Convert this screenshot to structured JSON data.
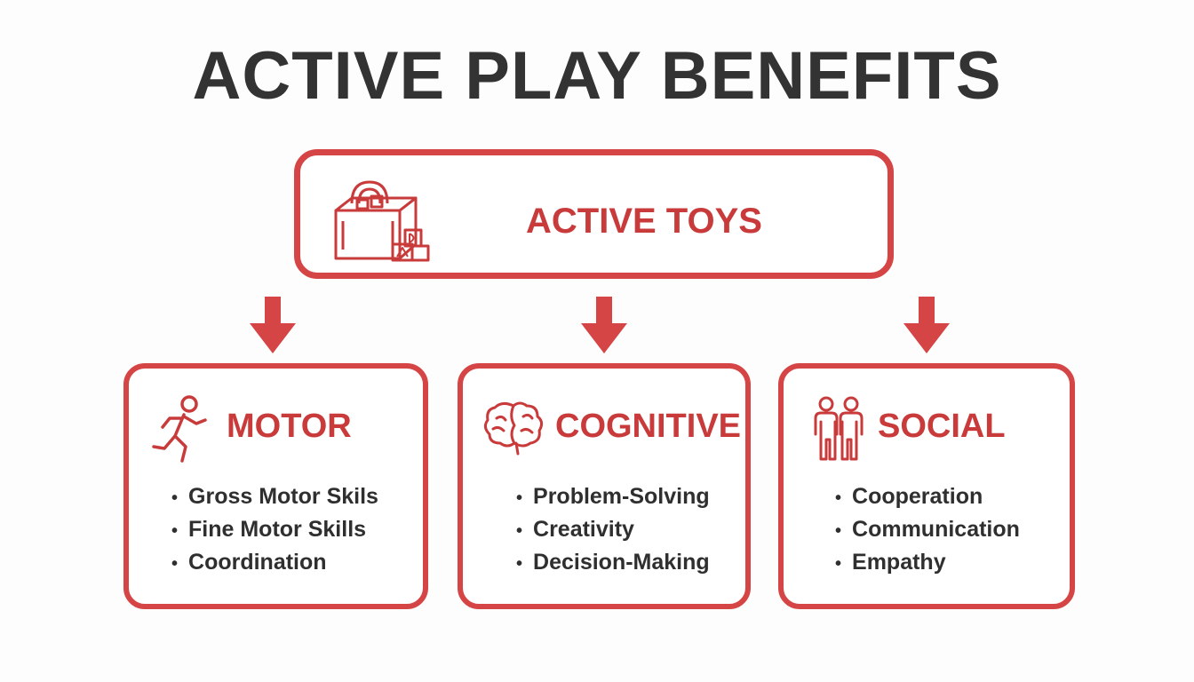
{
  "title": "ACTIVE PLAY BENEFITS",
  "top": {
    "label": "ACTIVE TOYS",
    "icon": "toy-box-icon"
  },
  "accent_color": "#d64545",
  "text_color": "#333333",
  "cards": [
    {
      "title": "MOTOR",
      "icon": "running-person-icon",
      "items": [
        "Gross Motor Skils",
        "Fine Motor Skills",
        "Coordination"
      ]
    },
    {
      "title": "COGNITIVE",
      "icon": "brain-icon",
      "items": [
        "Problem-Solving",
        "Creativity",
        "Decision-Making"
      ]
    },
    {
      "title": "SOCIAL",
      "icon": "people-icon",
      "items": [
        "Cooperation",
        "Communication",
        "Empathy"
      ]
    }
  ]
}
